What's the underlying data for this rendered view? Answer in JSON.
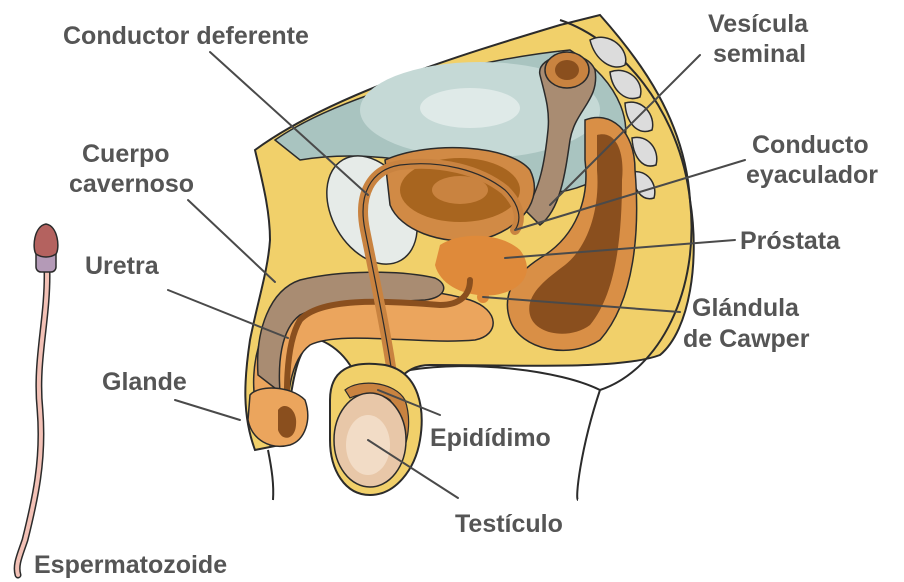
{
  "labels": {
    "conductor_deferente": "Conductor deferente",
    "vesicula_line1": "Vesícula",
    "vesicula_line2": "seminal",
    "cuerpo_line1": "Cuerpo",
    "cuerpo_line2": "cavernoso",
    "conducto_line1": "Conducto",
    "conducto_line2": "eyaculador",
    "prostata": "Próstata",
    "uretra": "Uretra",
    "glandula_line1": "Glándula",
    "glandula_line2": "de Cawper",
    "glande": "Glande",
    "epididimo": "Epidídimo",
    "testiculo": "Testículo",
    "espermatozoide": "Espermatozoide"
  },
  "colors": {
    "skin": "#f1d06a",
    "bladder_outer": "#a9c4c0",
    "bladder_inner": "#c9dcd9",
    "organ_brown": "#a98c72",
    "rectum": "#c98340",
    "rectum_dark": "#8a4f1e",
    "prostate": "#df8a3a",
    "tissue_light": "#eba55d",
    "testis": "#e8c7a8",
    "spine": "#d9d9d9",
    "sperm_head": "#b4625f",
    "sperm_mid": "#b49ab7",
    "sperm_tail": "#f3c1b6",
    "text": "#555555"
  }
}
